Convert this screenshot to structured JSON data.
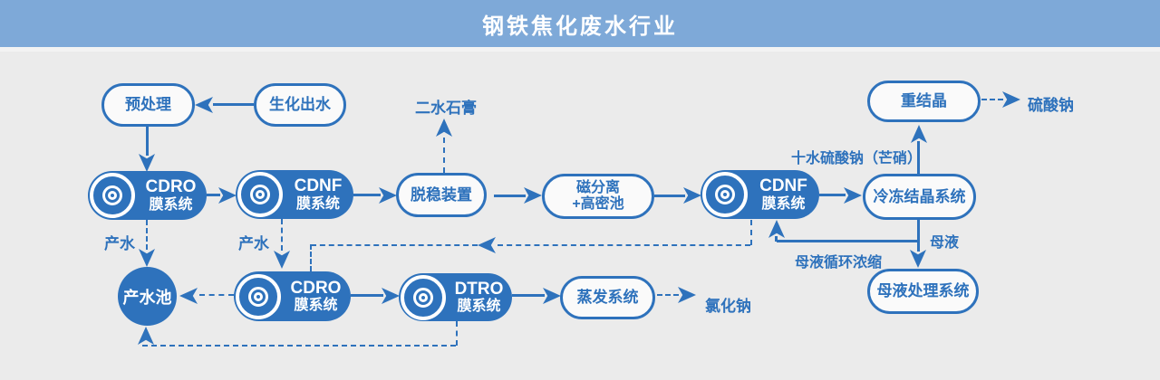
{
  "header": {
    "title": "钢铁焦化废水行业"
  },
  "nodes": {
    "pretreatment": {
      "label": "预处理"
    },
    "bio_effluent": {
      "label": "生化出水"
    },
    "cdro1": {
      "line1": "CDRO",
      "line2": "膜系统"
    },
    "cdnf1": {
      "line1": "CDNF",
      "line2": "膜系统"
    },
    "destabilizer": {
      "label": "脱稳装置"
    },
    "magnetic_separation": {
      "line1": "磁分离",
      "line2": "+高密池"
    },
    "cdnf2": {
      "line1": "CDNF",
      "line2": "膜系统"
    },
    "freeze_crystallization": {
      "label": "冷冻结晶系统"
    },
    "recrystallization": {
      "label": "重结晶"
    },
    "mother_liquor_system": {
      "label": "母液处理系统"
    },
    "product_water_pool": {
      "label": "产水池"
    },
    "cdro2": {
      "line1": "CDRO",
      "line2": "膜系统"
    },
    "dtro": {
      "line1": "DTRO",
      "line2": "膜系统"
    },
    "evaporation": {
      "label": "蒸发系统"
    }
  },
  "labels": {
    "gypsum": "二水石膏",
    "sodium_sulfate": "硫酸钠",
    "glauber_salt": "十水硫酸钠（芒硝）",
    "mother_liquor": "母液",
    "mother_liquor_recycle": "母液循环浓缩",
    "product_water_1": "产水",
    "product_water_2": "产水",
    "sodium_chloride": "氯化钠"
  },
  "colors": {
    "accent": "#2e72bc",
    "header_bg": "#7ea9d8",
    "canvas_bg": "#ebebeb"
  }
}
